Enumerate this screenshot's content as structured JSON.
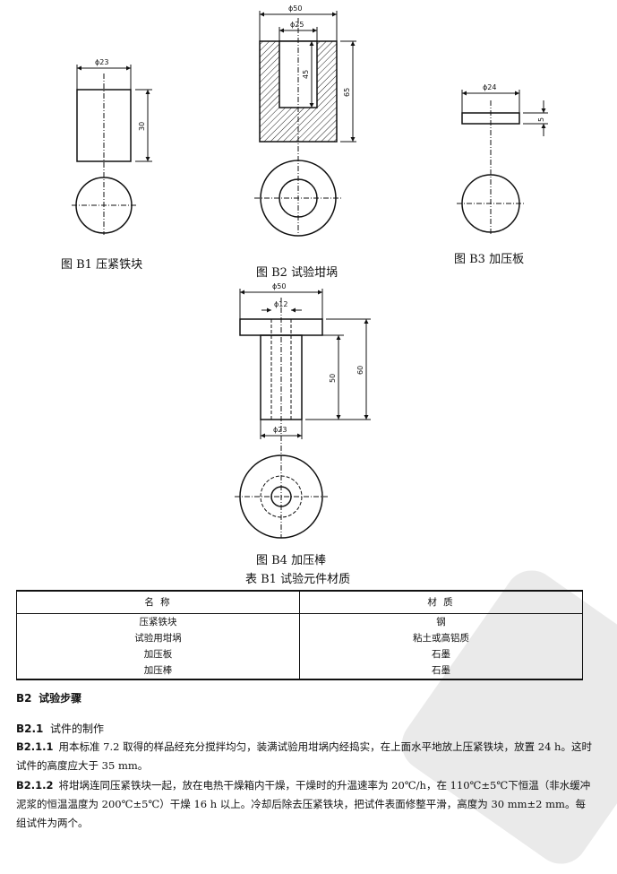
{
  "figures": [
    {
      "caption": "图 B1   压紧铁块",
      "dims": {
        "diameter": "ϕ23",
        "height": "30"
      }
    },
    {
      "caption": "图 B2   试验坩埚",
      "dims": {
        "outer_diameter": "ϕ50",
        "inner_diameter": "ϕ25",
        "depth": "45",
        "height": "65"
      }
    },
    {
      "caption": "图 B3   加压板",
      "dims": {
        "diameter": "ϕ24",
        "thickness": "5"
      }
    },
    {
      "caption": "图 B4   加压棒",
      "dims": {
        "head_diameter": "ϕ50",
        "hole_diameter": "ϕ12",
        "stem_diameter": "ϕ23",
        "stem_length": "50",
        "total_length": "60"
      }
    }
  ],
  "table": {
    "title": "表 B1   试验元件材质",
    "headers": [
      "名      称",
      "材      质"
    ],
    "rows": [
      [
        "压紧铁块",
        "钢"
      ],
      [
        "试验用坩埚",
        "粘土或高铝质"
      ],
      [
        "加压板",
        "石墨"
      ],
      [
        "加压棒",
        "石墨"
      ]
    ]
  },
  "sections": {
    "b2_title": {
      "num": "B2",
      "text": "试验步骤"
    },
    "b21_title": {
      "num": "B2.1",
      "text": "试件的制作"
    },
    "b211": {
      "num": "B2.1.1",
      "text": "用本标准 7.2 取得的样品经充分搅拌均匀，装满试验用坩埚内经捣实，在上面水平地放上压紧铁块，放置 24 h。这时试件的高度应大于 35 mm。"
    },
    "b212": {
      "num": "B2.1.2",
      "text": "将坩埚连同压紧铁块一起，放在电热干燥箱内干燥，干燥时的升温速率为 20℃/h，在 110℃±5℃下恒温（非水缓冲泥浆的恒温温度为 200℃±5℃）干燥 16 h 以上。冷却后除去压紧铁块，把试件表面修整平滑，高度为 30 mm±2 mm。每组试件为两个。"
    }
  }
}
